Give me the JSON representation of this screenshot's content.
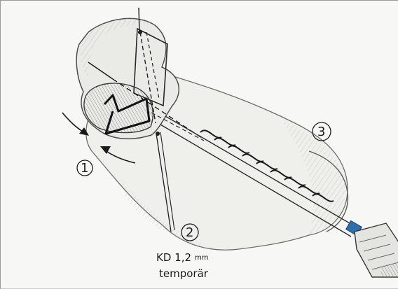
{
  "labels": {
    "marker_1": "1",
    "marker_2": "2",
    "marker_3": "3",
    "note_kd": "KD 1,2",
    "note_mm": "mm",
    "note_temporar": "temporär"
  }
}
